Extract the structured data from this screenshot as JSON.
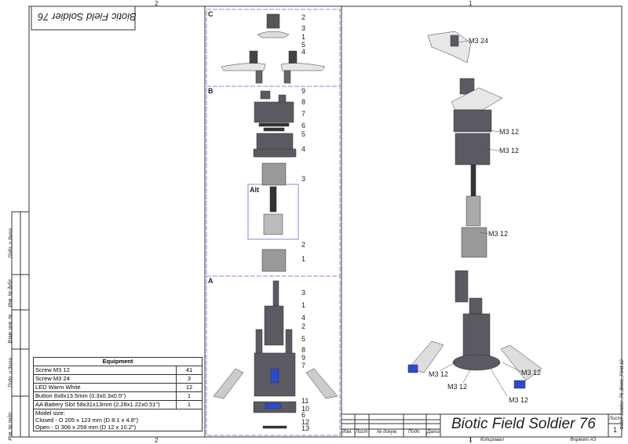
{
  "zone_numbers": {
    "left": "2",
    "right": "1"
  },
  "stamp_title": "Biotic Field Soldier 76",
  "side_stamp": [
    "Инв. № подл.",
    "Подп. и дата",
    "Взам. инв. №",
    "Инв. № дубл.",
    "Подп. и дата"
  ],
  "equipment": {
    "header": "Equipment",
    "rows": [
      {
        "name": "Screw M3 12",
        "qty": "41"
      },
      {
        "name": "Screw M3 24",
        "qty": "3"
      },
      {
        "name": "LED Warm White",
        "qty": "12"
      },
      {
        "name": "Button 8x8x13.5mm (0.3x0.3x0.5\")",
        "qty": "1"
      },
      {
        "name": "AA Battery Slot 58x31x13mm (2.28x1.22x0.51\")",
        "qty": "1"
      }
    ],
    "model_size": [
      "Model size:",
      "Closed - D 205 x 123 mm (D 8.1 x 4.8\")",
      "Open - D 306 x 259 mm (D 12 x 10.2\")"
    ]
  },
  "sections": {
    "C": {
      "label": "C",
      "callouts": [
        "2",
        "3",
        "1",
        "5",
        "4"
      ]
    },
    "B": {
      "label": "B",
      "callouts": [
        "9",
        "8",
        "7",
        "6",
        "5",
        "4",
        "3",
        "2",
        "1"
      ],
      "alt_label": "Alt"
    },
    "A": {
      "label": "A",
      "callouts": [
        "3",
        "1",
        "4",
        "2",
        "5",
        "8",
        "9",
        "7",
        "11",
        "10",
        "6",
        "12",
        "13"
      ]
    }
  },
  "assembly_labels": [
    "M3 24",
    "M3 12",
    "M3 12",
    "M3 12",
    "M3 12",
    "M3 12",
    "M3 12",
    "M3 12"
  ],
  "title_block": {
    "title": "Biotic Field Soldier 76",
    "columns": [
      "Изм.",
      "Лист",
      "№ докум.",
      "Подп.",
      "Дата"
    ],
    "sheet_label": "Лист",
    "sheet_number": "1",
    "copied": "Копировал",
    "copied_num": "1",
    "format": "Формат А3",
    "file": "Файл: Soldier_76_Biotic_Field 12"
  }
}
